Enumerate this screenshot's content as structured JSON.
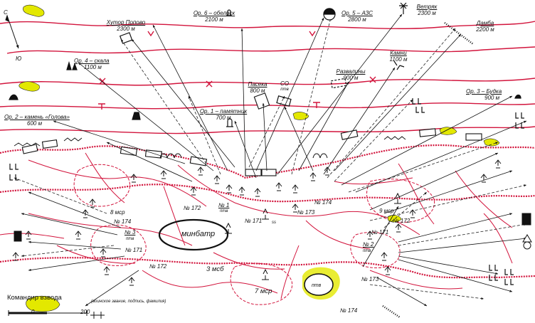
{
  "compass": {
    "north": "С",
    "south": "Ю"
  },
  "landmarks": [
    {
      "id": "hutor",
      "name": "Хутор Попово",
      "distance": "2300 м"
    },
    {
      "id": "obelisk",
      "name": "Ор. 6 – обелиск",
      "distance": "2100 м"
    },
    {
      "id": "azs",
      "name": "Ор. 5 – АЗС",
      "distance": "2800 м"
    },
    {
      "id": "vetryak",
      "name": "Ветряк",
      "distance": "2300 м"
    },
    {
      "id": "damba",
      "name": "Дамба",
      "distance": "2200 м"
    },
    {
      "id": "skala",
      "name": "Ор. 4 – скала",
      "distance": "1100 м"
    },
    {
      "id": "kamni",
      "name": "Камни",
      "distance": "1100 м"
    },
    {
      "id": "pasek",
      "name": "Пасека",
      "distance": "800 м"
    },
    {
      "id": "so",
      "name": "СО",
      "distance": "птв"
    },
    {
      "id": "razvaliny",
      "name": "Развалины",
      "distance": "900 м"
    },
    {
      "id": "budka",
      "name": "Ор. 3 – Будка",
      "distance": "900 м"
    },
    {
      "id": "pamyatnik",
      "name": "Ор. 1 – памятник",
      "distance": "700 м"
    },
    {
      "id": "kamen",
      "name": "Ор. 2 – камень «Голова»",
      "distance": "600 м"
    }
  ],
  "units": {
    "n172a": "№ 172",
    "n1": "№ 1",
    "pt": "птв",
    "n171a": "№ 171",
    "n173a": "№ 173",
    "n174a": "№ 174",
    "n174b": "№ 174",
    "msr8": "8 мср",
    "msr9": "9 мср",
    "n172b": "№ 172",
    "n3": "№ 3",
    "n3pt": "птв",
    "n171b": "№ 171",
    "n172c": "№ 172",
    "minbatr": "минбатр",
    "ss": "ss",
    "msb3": "3 мсб",
    "msr7": "7 мср",
    "ptv": "птв",
    "n171c": "№ 171",
    "n2": "№ 2",
    "n2pt": "птв",
    "n173b": "№ 173",
    "n174c": "№ 174"
  },
  "legend": {
    "title": "Командир взвода",
    "note": "(воинское звание, подпись, фамилия)",
    "scale_zero": "0",
    "scale_value": "200"
  },
  "colors": {
    "line": "#d2143c",
    "ink": "#111111",
    "vegetation": "#e3e800",
    "dash": "#222222"
  }
}
